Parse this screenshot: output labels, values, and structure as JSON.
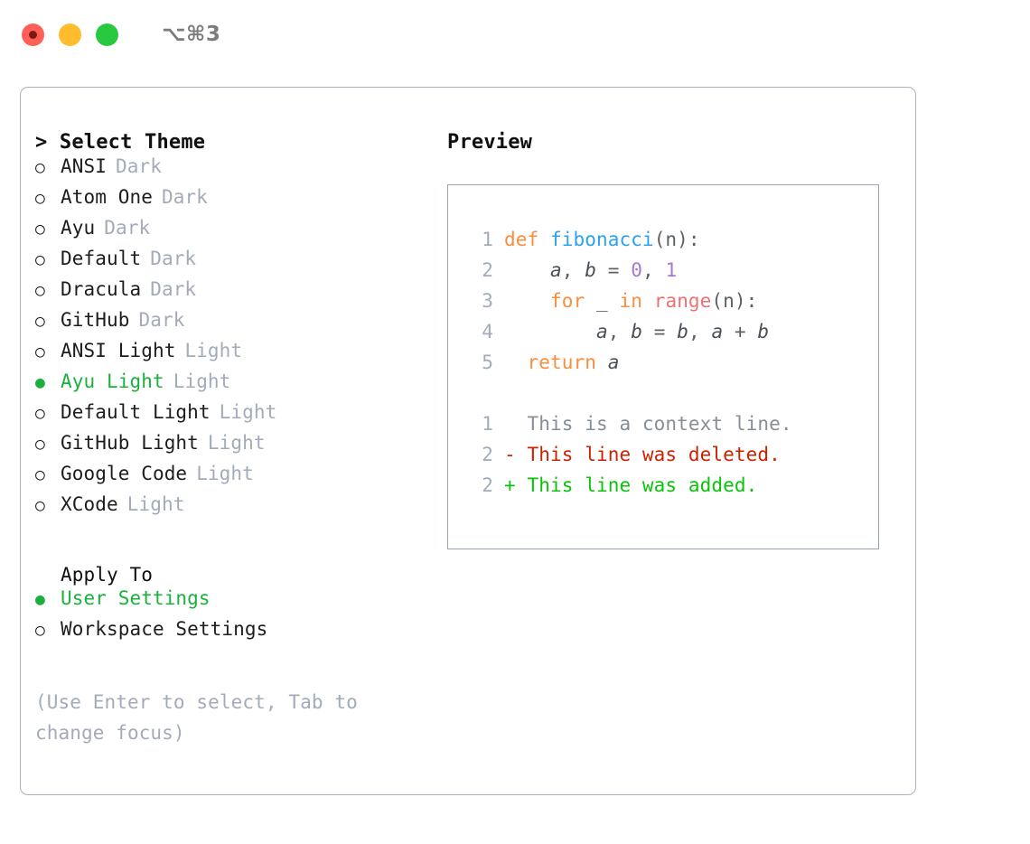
{
  "window": {
    "shortcut": "⌥⌘3",
    "traffic_lights": [
      "close",
      "minimize",
      "zoom"
    ]
  },
  "colors": {
    "accent_green": "#19b33c",
    "muted": "#a3abba",
    "border": "#aab2bd",
    "keyword": "#fa8d3e",
    "function": "#2aa3ef",
    "number": "#a37acc",
    "builtin": "#f07171",
    "diff_deleted": "#cc2200",
    "diff_added": "#0ac30a",
    "diff_context": "#868e96"
  },
  "theme_picker": {
    "title": "> Select Theme",
    "items": [
      {
        "bullet": "○",
        "name": "ANSI",
        "kind": "Dark",
        "selected": false
      },
      {
        "bullet": "○",
        "name": "Atom One",
        "kind": "Dark",
        "selected": false
      },
      {
        "bullet": "○",
        "name": "Ayu",
        "kind": "Dark",
        "selected": false
      },
      {
        "bullet": "○",
        "name": "Default",
        "kind": "Dark",
        "selected": false
      },
      {
        "bullet": "○",
        "name": "Dracula",
        "kind": "Dark",
        "selected": false
      },
      {
        "bullet": "○",
        "name": "GitHub",
        "kind": "Dark",
        "selected": false
      },
      {
        "bullet": "○",
        "name": "ANSI Light",
        "kind": "Light",
        "selected": false
      },
      {
        "bullet": "●",
        "name": "Ayu Light",
        "kind": "Light",
        "selected": true
      },
      {
        "bullet": "○",
        "name": "Default Light",
        "kind": "Light",
        "selected": false
      },
      {
        "bullet": "○",
        "name": "GitHub Light",
        "kind": "Light",
        "selected": false
      },
      {
        "bullet": "○",
        "name": "Google Code",
        "kind": "Light",
        "selected": false
      },
      {
        "bullet": "○",
        "name": "XCode",
        "kind": "Light",
        "selected": false
      }
    ]
  },
  "apply_to": {
    "title": "Apply To",
    "items": [
      {
        "bullet": "●",
        "name": "User Settings",
        "selected": true
      },
      {
        "bullet": "○",
        "name": "Workspace Settings",
        "selected": false
      }
    ]
  },
  "hint": "(Use Enter to select, Tab to change focus)",
  "preview": {
    "title": "Preview",
    "code_lines": [
      {
        "number": "1",
        "tokens": [
          {
            "text": "def ",
            "type": "keyword"
          },
          {
            "text": "fibonacci",
            "type": "function"
          },
          {
            "text": "(n):",
            "type": "punct"
          }
        ]
      },
      {
        "number": "2",
        "tokens": [
          {
            "text": "    ",
            "type": "plain"
          },
          {
            "text": "a",
            "type": "var"
          },
          {
            "text": ", ",
            "type": "punct"
          },
          {
            "text": "b",
            "type": "var"
          },
          {
            "text": " = ",
            "type": "punct"
          },
          {
            "text": "0",
            "type": "number"
          },
          {
            "text": ", ",
            "type": "punct"
          },
          {
            "text": "1",
            "type": "number"
          }
        ]
      },
      {
        "number": "3",
        "tokens": [
          {
            "text": "    ",
            "type": "plain"
          },
          {
            "text": "for",
            "type": "keyword"
          },
          {
            "text": " _ ",
            "type": "punct"
          },
          {
            "text": "in",
            "type": "keyword"
          },
          {
            "text": " ",
            "type": "punct"
          },
          {
            "text": "range",
            "type": "builtin"
          },
          {
            "text": "(n):",
            "type": "punct"
          }
        ]
      },
      {
        "number": "4",
        "tokens": [
          {
            "text": "        ",
            "type": "plain"
          },
          {
            "text": "a",
            "type": "var"
          },
          {
            "text": ", ",
            "type": "punct"
          },
          {
            "text": "b",
            "type": "var"
          },
          {
            "text": " = ",
            "type": "punct"
          },
          {
            "text": "b",
            "type": "var"
          },
          {
            "text": ", ",
            "type": "punct"
          },
          {
            "text": "a",
            "type": "var"
          },
          {
            "text": " + ",
            "type": "punct"
          },
          {
            "text": "b",
            "type": "var"
          }
        ]
      },
      {
        "number": "5",
        "tokens": [
          {
            "text": "  ",
            "type": "plain"
          },
          {
            "text": "return",
            "type": "keyword"
          },
          {
            "text": " ",
            "type": "punct"
          },
          {
            "text": "a",
            "type": "var"
          }
        ]
      }
    ],
    "diff_lines": [
      {
        "number": "1",
        "marker": "  ",
        "text": "This is a context line.",
        "type": "context"
      },
      {
        "number": "2",
        "marker": "- ",
        "text": "This line was deleted.",
        "type": "deleted"
      },
      {
        "number": "2",
        "marker": "+ ",
        "text": "This line was added.",
        "type": "added"
      }
    ]
  }
}
